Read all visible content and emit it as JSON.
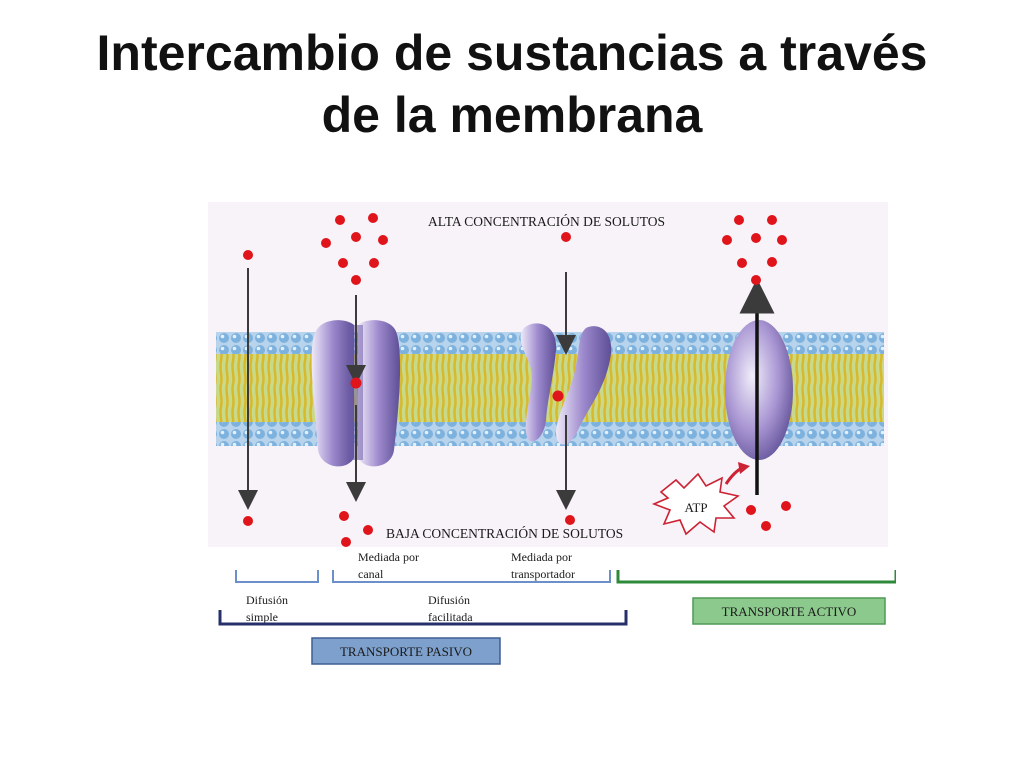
{
  "title": {
    "line1": "Intercambio de sustancias a través",
    "line2": "de la membrana"
  },
  "diagram": {
    "top_label": "ALTA CONCENTRACIÓN DE SOLUTOS",
    "bottom_label": "BAJA CONCENTRACIÓN DE SOLUTOS",
    "atp_label": "ATP",
    "channel_label": {
      "line1": "Mediada por",
      "line2": "canal"
    },
    "carrier_label": {
      "line1": "Mediada por",
      "line2": "transportador"
    },
    "simple_diffusion_label": {
      "line1": "Difusión",
      "line2": "simple"
    },
    "facilitated_diffusion_label": {
      "line1": "Difusión",
      "line2": "facilitada"
    },
    "passive_transport_label": "TRANSPORTE PASIVO",
    "active_transport_label": "TRANSPORTE ACTIVO",
    "colors": {
      "solute": "#e0141b",
      "phospholipid_head": "#8ab8df",
      "phospholipid_tail": "#e9d34a",
      "protein": "#9a86c4",
      "passive_bracket": "#27306b",
      "active_bracket": "#2e8a3a",
      "passive_box": "#7da0cc",
      "active_box": "#8cc98c"
    }
  }
}
